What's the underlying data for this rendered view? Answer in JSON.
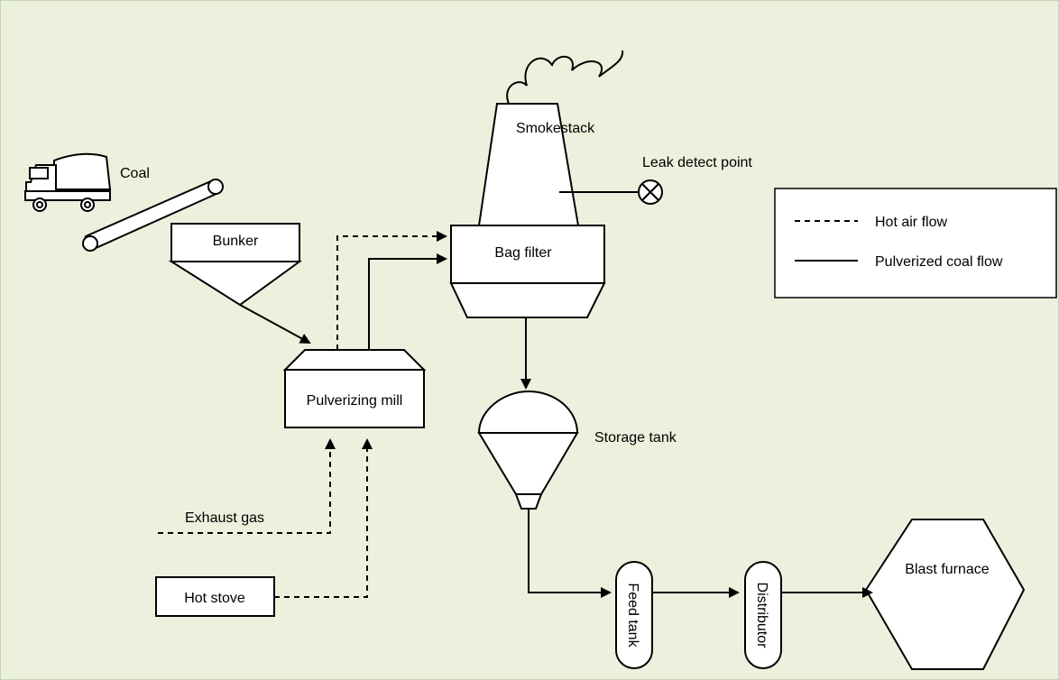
{
  "colors": {
    "background": "#ebf1dd",
    "border": "#c8d3b7",
    "stroke": "#000000",
    "fill": "#ffffff"
  },
  "labels": {
    "coal": "Coal",
    "bunker": "Bunker",
    "pulverizing_mill": "Pulverizing mill",
    "smokestack": "Smokestack",
    "bag_filter": "Bag filter",
    "leak_detect_point": "Leak detect point",
    "storage_tank": "Storage tank",
    "exhaust_gas": "Exhaust gas",
    "hot_stove": "Hot stove",
    "feed_tank": "Feed tank",
    "distributor": "Distributor",
    "blast_furnace": "Blast furnace"
  },
  "legend": {
    "hot_air_flow": "Hot air flow",
    "pulverized_coal_flow": "Pulverized coal flow"
  },
  "icons": {
    "truck": "truck-icon",
    "conveyor": "conveyor-icon",
    "smoke": "smoke-icon",
    "leak_point": "leak-detect-icon"
  }
}
